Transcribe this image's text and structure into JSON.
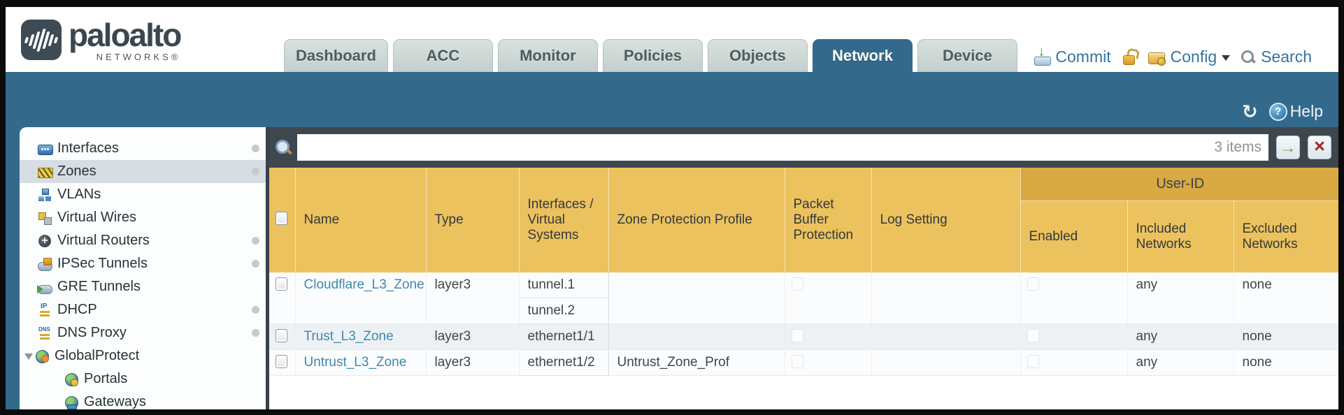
{
  "brand": {
    "word": "paloalto",
    "sub": "NETWORKS®"
  },
  "tabs": [
    {
      "label": "Dashboard",
      "active": false
    },
    {
      "label": "ACC",
      "active": false
    },
    {
      "label": "Monitor",
      "active": false
    },
    {
      "label": "Policies",
      "active": false
    },
    {
      "label": "Objects",
      "active": false
    },
    {
      "label": "Network",
      "active": true
    },
    {
      "label": "Device",
      "active": false
    }
  ],
  "top_actions": {
    "commit": "Commit",
    "config": "Config",
    "search": "Search"
  },
  "band": {
    "help": "Help"
  },
  "sidebar": {
    "items": [
      {
        "label": "Interfaces",
        "icon": "interfaces-icon",
        "selected": false,
        "status_dot": true,
        "child": false
      },
      {
        "label": "Zones",
        "icon": "zones-icon",
        "selected": true,
        "status_dot": true,
        "child": false
      },
      {
        "label": "VLANs",
        "icon": "vlans-icon",
        "selected": false,
        "status_dot": false,
        "child": false
      },
      {
        "label": "Virtual Wires",
        "icon": "virtual-wires-icon",
        "selected": false,
        "status_dot": false,
        "child": false
      },
      {
        "label": "Virtual Routers",
        "icon": "virtual-routers-icon",
        "selected": false,
        "status_dot": true,
        "child": false
      },
      {
        "label": "IPSec Tunnels",
        "icon": "ipsec-tunnels-icon",
        "selected": false,
        "status_dot": true,
        "child": false
      },
      {
        "label": "GRE Tunnels",
        "icon": "gre-tunnels-icon",
        "selected": false,
        "status_dot": false,
        "child": false
      },
      {
        "label": "DHCP",
        "icon": "dhcp-icon",
        "selected": false,
        "status_dot": true,
        "child": false
      },
      {
        "label": "DNS Proxy",
        "icon": "dns-proxy-icon",
        "selected": false,
        "status_dot": true,
        "child": false
      },
      {
        "label": "GlobalProtect",
        "icon": "globalprotect-icon",
        "selected": false,
        "status_dot": false,
        "child": false,
        "expanded": true
      },
      {
        "label": "Portals",
        "icon": "portals-icon",
        "selected": false,
        "status_dot": false,
        "child": true
      },
      {
        "label": "Gateways",
        "icon": "gateways-icon",
        "selected": false,
        "status_dot": false,
        "child": true
      }
    ]
  },
  "filter": {
    "value": "",
    "count_label": "3 items"
  },
  "table": {
    "group_header": "User-ID",
    "columns": [
      "Name",
      "Type",
      "Interfaces / Virtual Systems",
      "Zone Protection Profile",
      "Packet Buffer Protection",
      "Log Setting",
      "Enabled",
      "Included Networks",
      "Excluded Networks"
    ],
    "rows": [
      {
        "name": "Cloudflare_L3_Zone",
        "type": "layer3",
        "interfaces": [
          "tunnel.1",
          "tunnel.2"
        ],
        "zone_protection_profile": "",
        "packet_buffer_protection": false,
        "log_setting": "",
        "user_id_enabled": false,
        "included_networks": "any",
        "excluded_networks": "none"
      },
      {
        "name": "Trust_L3_Zone",
        "type": "layer3",
        "interfaces": [
          "ethernet1/1"
        ],
        "zone_protection_profile": "",
        "packet_buffer_protection": false,
        "log_setting": "",
        "user_id_enabled": false,
        "included_networks": "any",
        "excluded_networks": "none"
      },
      {
        "name": "Untrust_L3_Zone",
        "type": "layer3",
        "interfaces": [
          "ethernet1/2"
        ],
        "zone_protection_profile": "Untrust_Zone_Prof",
        "packet_buffer_protection": false,
        "log_setting": "",
        "user_id_enabled": false,
        "included_networks": "any",
        "excluded_networks": "none"
      }
    ]
  },
  "colors": {
    "teal_band": "#336a8b",
    "dark_strip": "#3f474e",
    "header_gold": "#ecc25e",
    "group_gold": "#d9a943",
    "link_blue": "#3f88b0",
    "action_blue": "#35749f",
    "alt_row": "#edf1f4"
  }
}
